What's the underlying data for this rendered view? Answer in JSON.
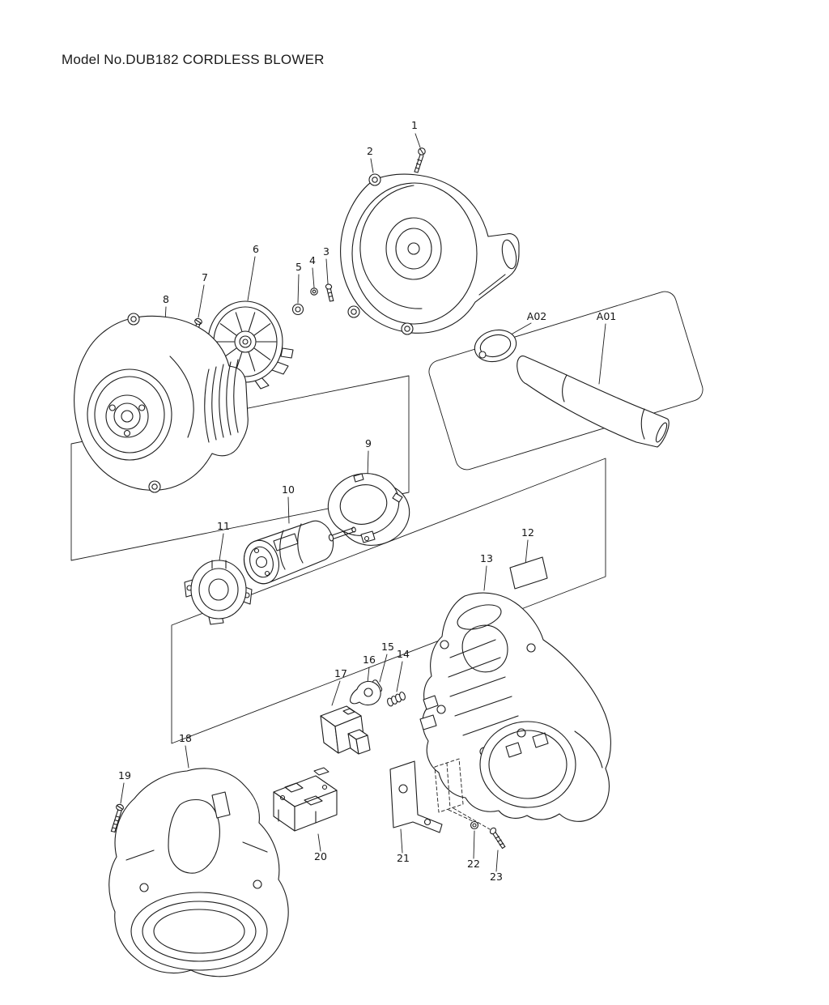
{
  "title": "Model No.DUB182 CORDLESS BLOWER",
  "labels": {
    "p1": "1",
    "p2": "2",
    "p3": "3",
    "p4": "4",
    "p5": "5",
    "p6": "6",
    "p7": "7",
    "p8": "8",
    "p9": "9",
    "p10": "10",
    "p11": "11",
    "p12": "12",
    "p13": "13",
    "p14": "14",
    "p15": "15",
    "p16": "16",
    "p17": "17",
    "p18": "18",
    "p19": "19",
    "p20": "20",
    "p21": "21",
    "p22": "22",
    "p23": "23",
    "a01": "A01",
    "a02": "A02"
  },
  "colors": {
    "line": "#1c1c1c",
    "background": "#ffffff"
  }
}
